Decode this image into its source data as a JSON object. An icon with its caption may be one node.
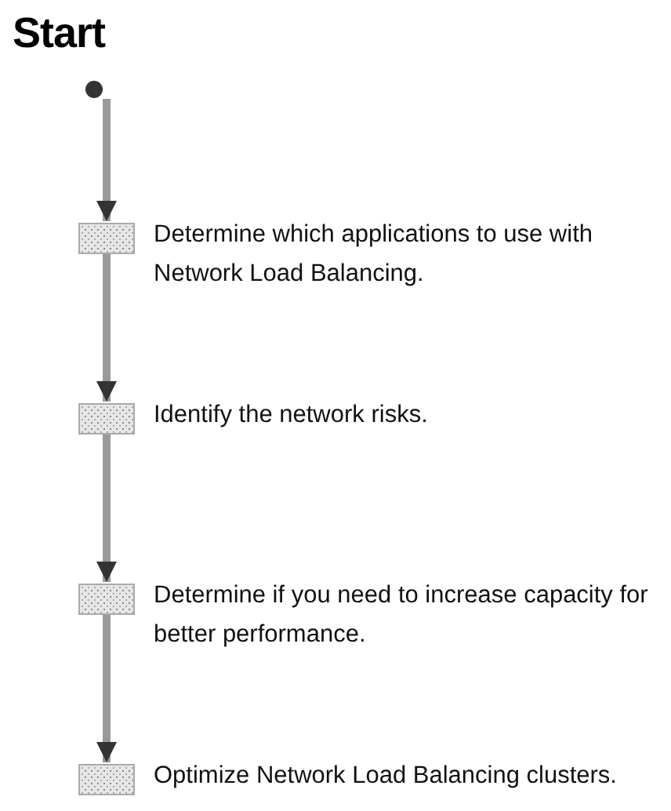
{
  "diagram": {
    "title": "Start",
    "nodes": [
      {
        "text": [],
        "shape": "circle"
      },
      {
        "text": [],
        "shape": "box",
        "beside": [
          "Determine which applications to use with Network Load Balancing."
        ]
      },
      {
        "text": [],
        "shape": "box",
        "beside": [
          "Identify the network risks."
        ]
      },
      {
        "text": [],
        "shape": "box",
        "beside": [
          "Determine if you need to increase capacity for better performance."
        ]
      },
      {
        "text": [],
        "shape": "box",
        "beside": [
          "Optimize Network Load Balancing clusters."
        ]
      }
    ],
    "edges": [
      {
        "from": 0,
        "to": 1,
        "arrow": "to"
      },
      {
        "from": 1,
        "to": 2,
        "arrow": "to"
      },
      {
        "from": 2,
        "to": 3,
        "arrow": "to"
      },
      {
        "from": 3,
        "to": 4,
        "arrow": "to"
      }
    ]
  }
}
